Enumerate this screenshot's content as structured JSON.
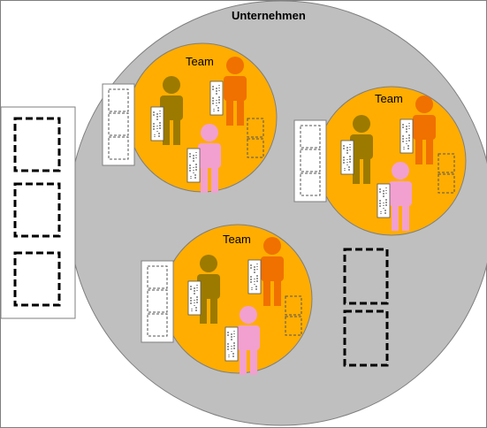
{
  "company": {
    "label": "Unternehmen"
  },
  "teams": [
    {
      "label": "Team"
    },
    {
      "label": "Team"
    },
    {
      "label": "Team"
    }
  ],
  "colors": {
    "company_fill": "#bfbfbf",
    "team_fill": "#ffad00",
    "person_olive": "#9c7a00",
    "person_orange": "#f07000",
    "person_pink": "#f2a0cf",
    "panel_fill": "#ffffff",
    "panel_border": "#7f7f7f"
  },
  "icons": {
    "person": "person-icon",
    "document": "document-icon",
    "empty_slot": "dashed-slot-icon"
  }
}
